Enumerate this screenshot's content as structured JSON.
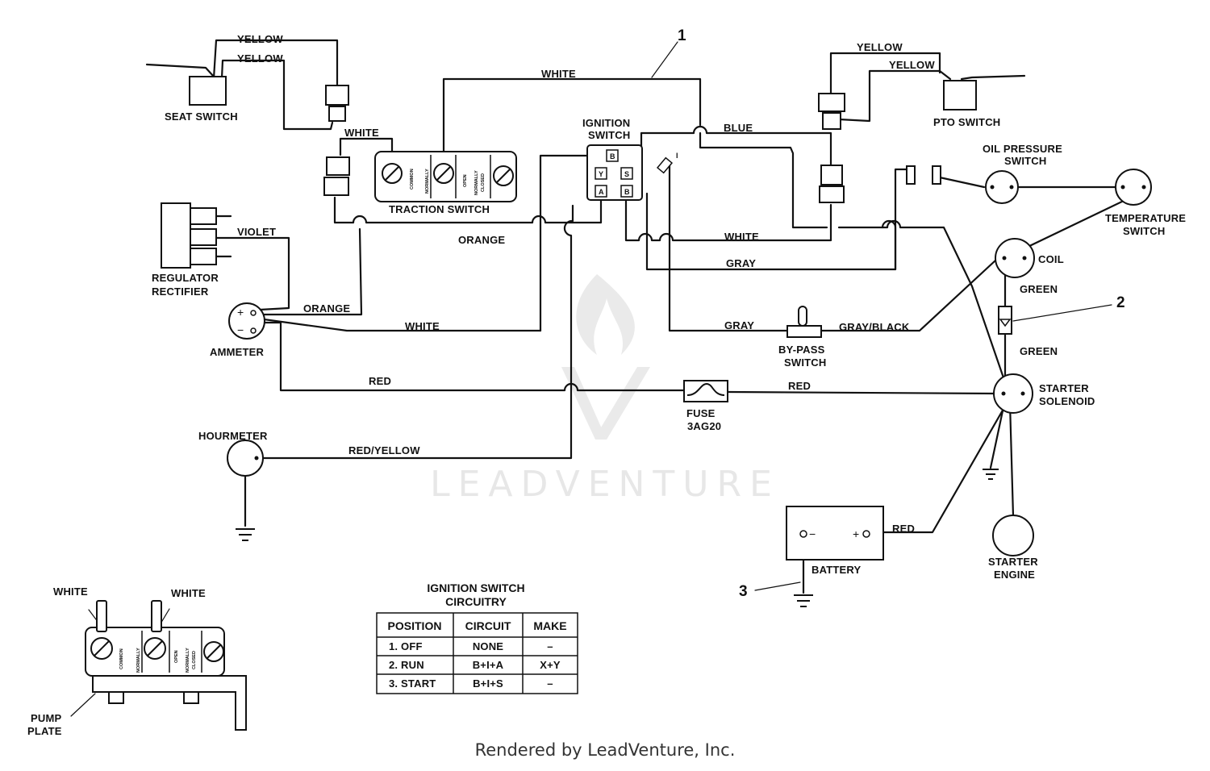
{
  "diagram": {
    "watermark": "LEADVENTURE",
    "footer": "Rendered by LeadVenture, Inc.",
    "components": {
      "seat_switch": "SEAT SWITCH",
      "traction_switch": "TRACTION SWITCH",
      "ignition_switch_1": "IGNITION",
      "ignition_switch_2": "SWITCH",
      "pto_switch": "PTO SWITCH",
      "oil_pressure_1": "OIL PRESSURE",
      "oil_pressure_2": "SWITCH",
      "temperature_1": "TEMPERATURE",
      "temperature_2": "SWITCH",
      "regulator_1": "REGULATOR",
      "regulator_2": "RECTIFIER",
      "ammeter": "AMMETER",
      "coil": "COIL",
      "bypass_1": "BY-PASS",
      "bypass_2": "SWITCH",
      "fuse_1": "FUSE",
      "fuse_2": "3AG20",
      "starter_solenoid_1": "STARTER",
      "starter_solenoid_2": "SOLENOID",
      "hourmeter": "HOURMETER",
      "battery": "BATTERY",
      "starter_engine_1": "STARTER",
      "starter_engine_2": "ENGINE",
      "pump_plate_1": "PUMP",
      "pump_plate_2": "PLATE"
    },
    "wires": {
      "yellow": "YELLOW",
      "white": "WHITE",
      "blue": "BLUE",
      "orange": "ORANGE",
      "violet": "VIOLET",
      "gray": "GRAY",
      "gray_black": "GRAY/BLACK",
      "red": "RED",
      "red_yellow": "RED/YELLOW",
      "green": "GREEN"
    },
    "switch_contacts": {
      "common": "COMMON",
      "normally_open_1": "NORMALLY",
      "normally_open_2": "OPEN",
      "normally_closed_1": "NORMALLY",
      "normally_closed_2": "CLOSED"
    },
    "ignition_terminals": {
      "b": "B",
      "y": "Y",
      "s": "S",
      "a": "A",
      "i": "I"
    },
    "terminal_marks": {
      "plus": "+",
      "minus": "−"
    },
    "callouts": {
      "c1": "1",
      "c2": "2",
      "c3": "3"
    }
  },
  "circuitry_table": {
    "title_1": "IGNITION SWITCH",
    "title_2": "CIRCUITRY",
    "headers": [
      "POSITION",
      "CIRCUIT",
      "MAKE"
    ],
    "rows": [
      [
        "1.   OFF",
        "NONE",
        "–"
      ],
      [
        "2.   RUN",
        "B+I+A",
        "X+Y"
      ],
      [
        "3.   START",
        "B+I+S",
        "–"
      ]
    ]
  }
}
